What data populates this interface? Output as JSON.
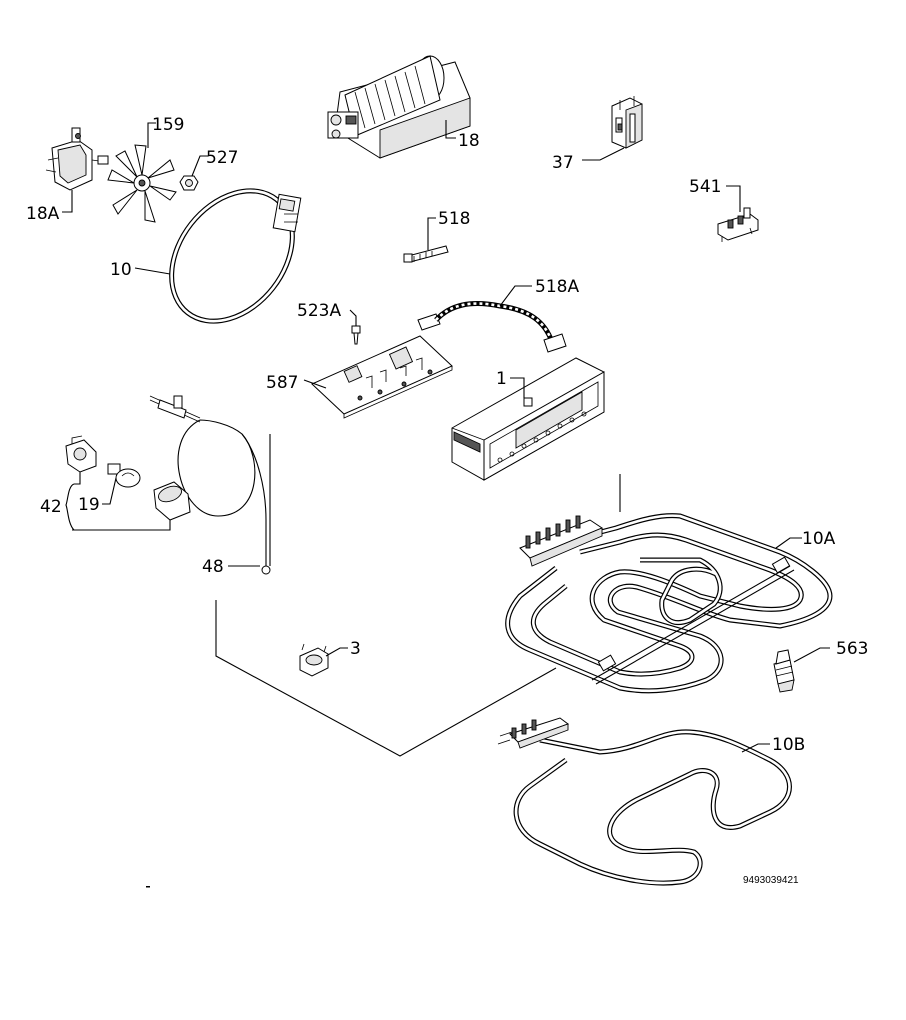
{
  "labels": {
    "p18a": "18A",
    "p159": "159",
    "p527": "527",
    "p18": "18",
    "p37": "37",
    "p541": "541",
    "p518": "518",
    "p10": "10",
    "p518a": "518A",
    "p523a": "523A",
    "p587": "587",
    "p1": "1",
    "p42": "42",
    "p19": "19",
    "p48": "48",
    "p10a": "10A",
    "p3": "3",
    "p563": "563",
    "p10b": "10B"
  },
  "document_number": "9493039421"
}
